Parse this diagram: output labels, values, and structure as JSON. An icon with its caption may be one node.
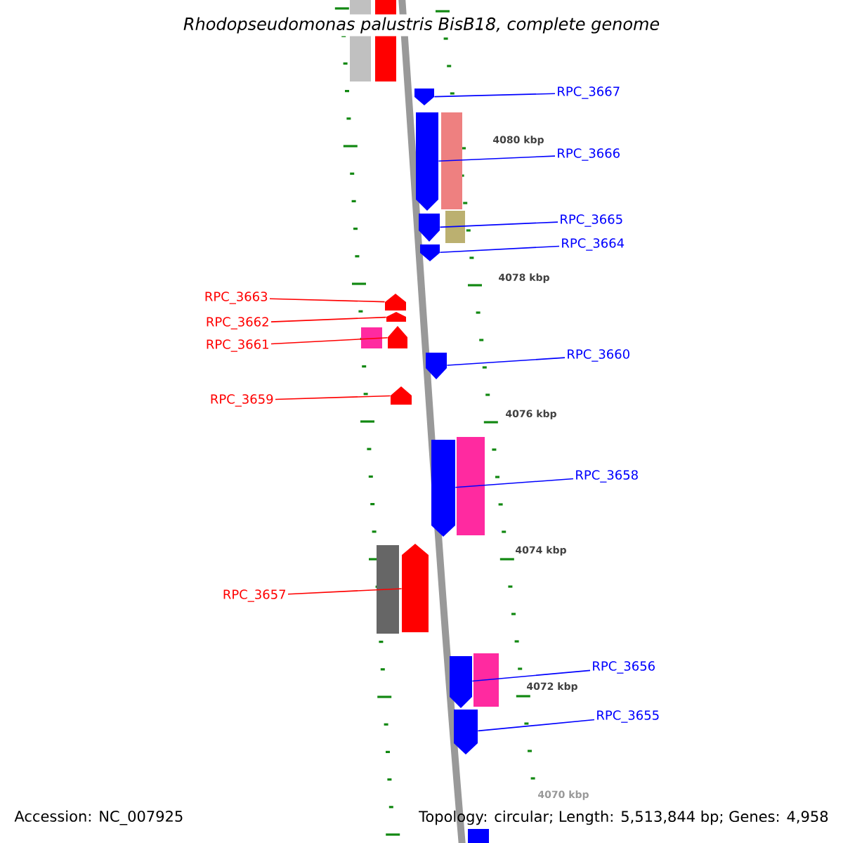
{
  "diagram": {
    "title": "Rhodopseudomonas palustris BisB18, complete genome",
    "nodes": [
      {
        "text": [],
        "shape": "bar"
      },
      {
        "text": [],
        "shape": "bar"
      },
      {
        "text": [],
        "shape": "arrow"
      },
      {
        "text": [],
        "shape": "arrow"
      },
      {
        "text": [],
        "shape": "bar"
      },
      {
        "text": [],
        "shape": "arrow"
      },
      {
        "text": [],
        "shape": "bar"
      },
      {
        "text": [],
        "shape": "arrow"
      },
      {
        "text": [],
        "shape": "arrow"
      },
      {
        "text": [],
        "shape": "arrow"
      },
      {
        "text": [],
        "shape": "bar"
      },
      {
        "text": [],
        "shape": "arrow"
      },
      {
        "text": [],
        "shape": "arrow"
      },
      {
        "text": [],
        "shape": "arrow"
      },
      {
        "text": [],
        "shape": "arrow"
      },
      {
        "text": [],
        "shape": "bar"
      },
      {
        "text": [],
        "shape": "bar"
      },
      {
        "text": [],
        "shape": "arrow"
      },
      {
        "text": [],
        "shape": "arrow"
      },
      {
        "text": [],
        "shape": "bar"
      },
      {
        "text": [],
        "shape": "arrow"
      },
      {
        "text": [],
        "shape": "bar"
      },
      {
        "text": [
          "RPC_3667"
        ]
      },
      {
        "text": [
          "RPC_3666"
        ]
      },
      {
        "text": [
          "RPC_3665"
        ]
      },
      {
        "text": [
          "RPC_3664"
        ]
      },
      {
        "text": [
          "RPC_3663"
        ]
      },
      {
        "text": [
          "RPC_3662"
        ]
      },
      {
        "text": [
          "RPC_3661"
        ]
      },
      {
        "text": [
          "RPC_3660"
        ]
      },
      {
        "text": [
          "RPC_3659"
        ]
      },
      {
        "text": [
          "RPC_3658"
        ]
      },
      {
        "text": [
          "RPC_3657"
        ]
      },
      {
        "text": [
          "RPC_3656"
        ]
      },
      {
        "text": [
          "RPC_3655"
        ]
      }
    ],
    "edges": [
      {
        "from": 22,
        "to": 2,
        "arrow": "none"
      },
      {
        "from": 23,
        "to": 3,
        "arrow": "none"
      },
      {
        "from": 24,
        "to": 5,
        "arrow": "none"
      },
      {
        "from": 25,
        "to": 7,
        "arrow": "none"
      },
      {
        "from": 26,
        "to": 8,
        "arrow": "none",
        "color": "#ff0000"
      },
      {
        "from": 27,
        "to": 9,
        "arrow": "none",
        "color": "#ff0000"
      },
      {
        "from": 28,
        "to": 11,
        "arrow": "none",
        "color": "#ff0000"
      },
      {
        "from": 29,
        "to": 12,
        "arrow": "none"
      },
      {
        "from": 30,
        "to": 13,
        "arrow": "none",
        "color": "#ff0000"
      },
      {
        "from": 31,
        "to": 14,
        "arrow": "none"
      },
      {
        "from": 32,
        "to": 17,
        "arrow": "none",
        "color": "#ff0000"
      },
      {
        "from": 33,
        "to": 18,
        "arrow": "none"
      },
      {
        "from": 34,
        "to": 20,
        "arrow": "none"
      }
    ],
    "labels": [
      "4080 kbp",
      "4078 kbp",
      "4076 kbp",
      "4074 kbp",
      "4072 kbp",
      "4070 kbp",
      "Accession: NC_007925",
      "Topology: circular; Length: 5,513,844 bp; Genes: 4,958"
    ]
  }
}
